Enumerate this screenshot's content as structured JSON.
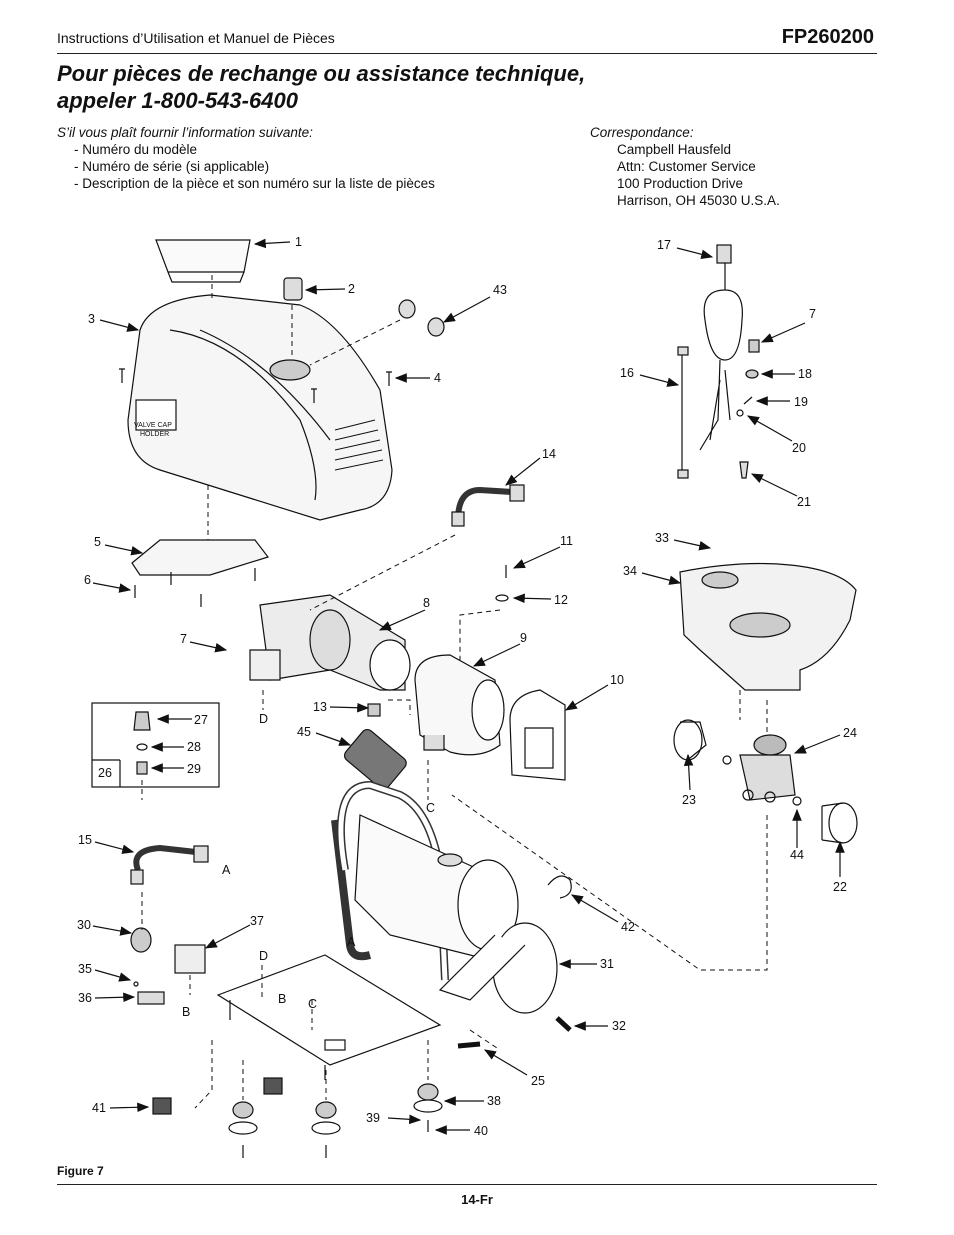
{
  "header": {
    "left": "Instructions d’Utilisation et Manuel de Pièces",
    "model": "FP260200"
  },
  "title": {
    "line1": "Pour pièces de rechange ou assistance technique,",
    "line2": "appeler 1-800-543-6400"
  },
  "info": {
    "lead": "S’il vous plaît fournir l’information suivante:",
    "items": [
      "- Numéro du modèle",
      "- Numéro de série (si applicable)",
      "- Description de la pièce et son numéro sur la liste de pièces"
    ]
  },
  "correspondence": {
    "lead": "Correspondance:",
    "lines": [
      "Campbell Hausfeld",
      "Attn: Customer Service",
      "100 Production Drive",
      "Harrison, OH  45030  U.S.A."
    ]
  },
  "diagram": {
    "part_labels": [
      "1",
      "2",
      "3",
      "43",
      "4",
      "7",
      "17",
      "16",
      "18",
      "19",
      "20",
      "21",
      "14",
      "5",
      "6",
      "11",
      "12",
      "8",
      "7",
      "9",
      "10",
      "33",
      "34",
      "27",
      "28",
      "29",
      "26",
      "13",
      "45",
      "24",
      "23",
      "44",
      "22",
      "15",
      "30",
      "37",
      "35",
      "36",
      "42",
      "31",
      "32",
      "25",
      "38",
      "39",
      "40",
      "41"
    ],
    "connection_letters": [
      "D",
      "C",
      "A",
      "A",
      "B",
      "D",
      "B",
      "C"
    ],
    "cover_text": [
      "VALVE CAP",
      "HOLDER"
    ]
  },
  "footer": {
    "figure": "Figure 7",
    "page": "14-Fr"
  }
}
